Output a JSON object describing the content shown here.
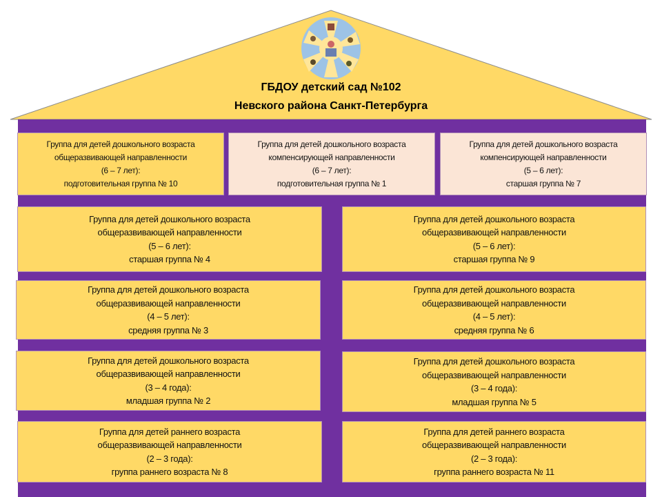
{
  "header": {
    "title_line1": "ГБДОУ детский сад №102",
    "title_line2": "Невского района Санкт-Петербурга"
  },
  "colors": {
    "roof": "#FFD966",
    "wall": "#7030A0",
    "cell_yellow": "#FFD966",
    "cell_pink": "#FBE5D6",
    "logo_ring": "#9DC3E6"
  },
  "groups": [
    {
      "lines": [
        "Группа для детей дошкольного возраста",
        "общеразвивающей направленности",
        "(6 – 7 лет):",
        "подготовительная группа № 10"
      ]
    },
    {
      "lines": [
        "Группа для детей дошкольного возраста",
        "компенсирующей направленности",
        "(6 – 7 лет):",
        "подготовительная группа № 1"
      ]
    },
    {
      "lines": [
        "Группа для детей дошкольного возраста",
        "компенсирующей направленности",
        "(5 – 6 лет):",
        "старшая группа № 7"
      ]
    },
    {
      "lines": [
        "Группа для детей дошкольного возраста",
        "общеразвивающей направленности",
        "(5 – 6 лет):",
        "старшая группа № 4"
      ]
    },
    {
      "lines": [
        "Группа для детей дошкольного возраста",
        "общеразвивающей направленности",
        "(5 – 6 лет):",
        "старшая группа № 9"
      ]
    },
    {
      "lines": [
        "Группа для детей дошкольного возраста",
        "общеразвивающей направленности",
        "(4 – 5 лет):",
        "средняя группа № 3"
      ]
    },
    {
      "lines": [
        "Группа для детей дошкольного возраста",
        "общеразвивающей направленности",
        "(4 – 5 лет):",
        "средняя группа № 6"
      ]
    },
    {
      "lines": [
        "Группа для детей дошкольного возраста",
        "общеразвивающей направленности",
        "(3 – 4 года):",
        "младшая группа № 2"
      ]
    },
    {
      "lines": [
        "Группа для детей дошкольного возраста",
        "общеразвивающей направленности",
        "(3 – 4 года):",
        "младшая группа № 5"
      ]
    },
    {
      "lines": [
        "Группа для детей раннего возраста",
        "общеразвивающей направленности",
        "(2 – 3 года):",
        "группа раннего возраста № 8"
      ]
    },
    {
      "lines": [
        "Группа для детей раннего возраста",
        "общеразвивающей направленности",
        "(2 – 3 года):",
        "группа раннего возраста № 11"
      ]
    }
  ]
}
